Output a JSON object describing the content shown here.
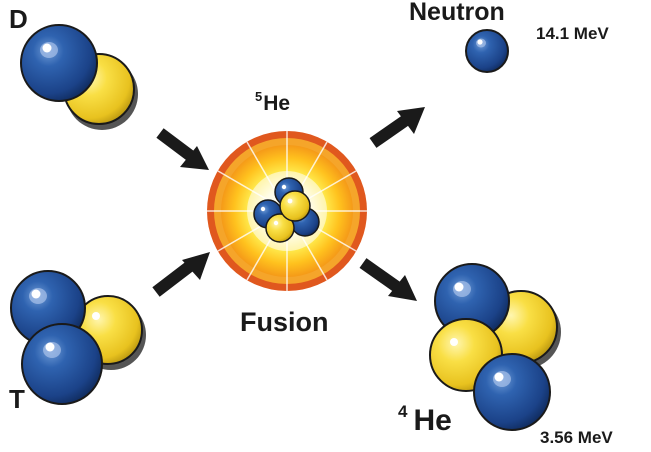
{
  "labels": {
    "deuterium": "D",
    "tritium": "T",
    "neutron": "Neutron",
    "neutron_energy": "14.1 MeV",
    "fusion": "Fusion",
    "he5_mass": "5",
    "he5_symbol": "He",
    "he4_mass": "4",
    "he4_symbol": "He",
    "he4_energy": "3.56 MeV"
  },
  "colors": {
    "neutron_blue": "#1e4f9a",
    "proton_yellow": "#f4d63a",
    "arrow": "#1a1a1a",
    "burst_outer": "#e0581e",
    "burst_inner": "#ffdc2e",
    "text": "#1a1a1a"
  },
  "icons": [
    "deuterium-nucleus-icon",
    "tritium-nucleus-icon",
    "neutron-icon",
    "helium5-nucleus-icon",
    "helium4-nucleus-icon",
    "fusion-burst-icon",
    "arrow-icon"
  ]
}
